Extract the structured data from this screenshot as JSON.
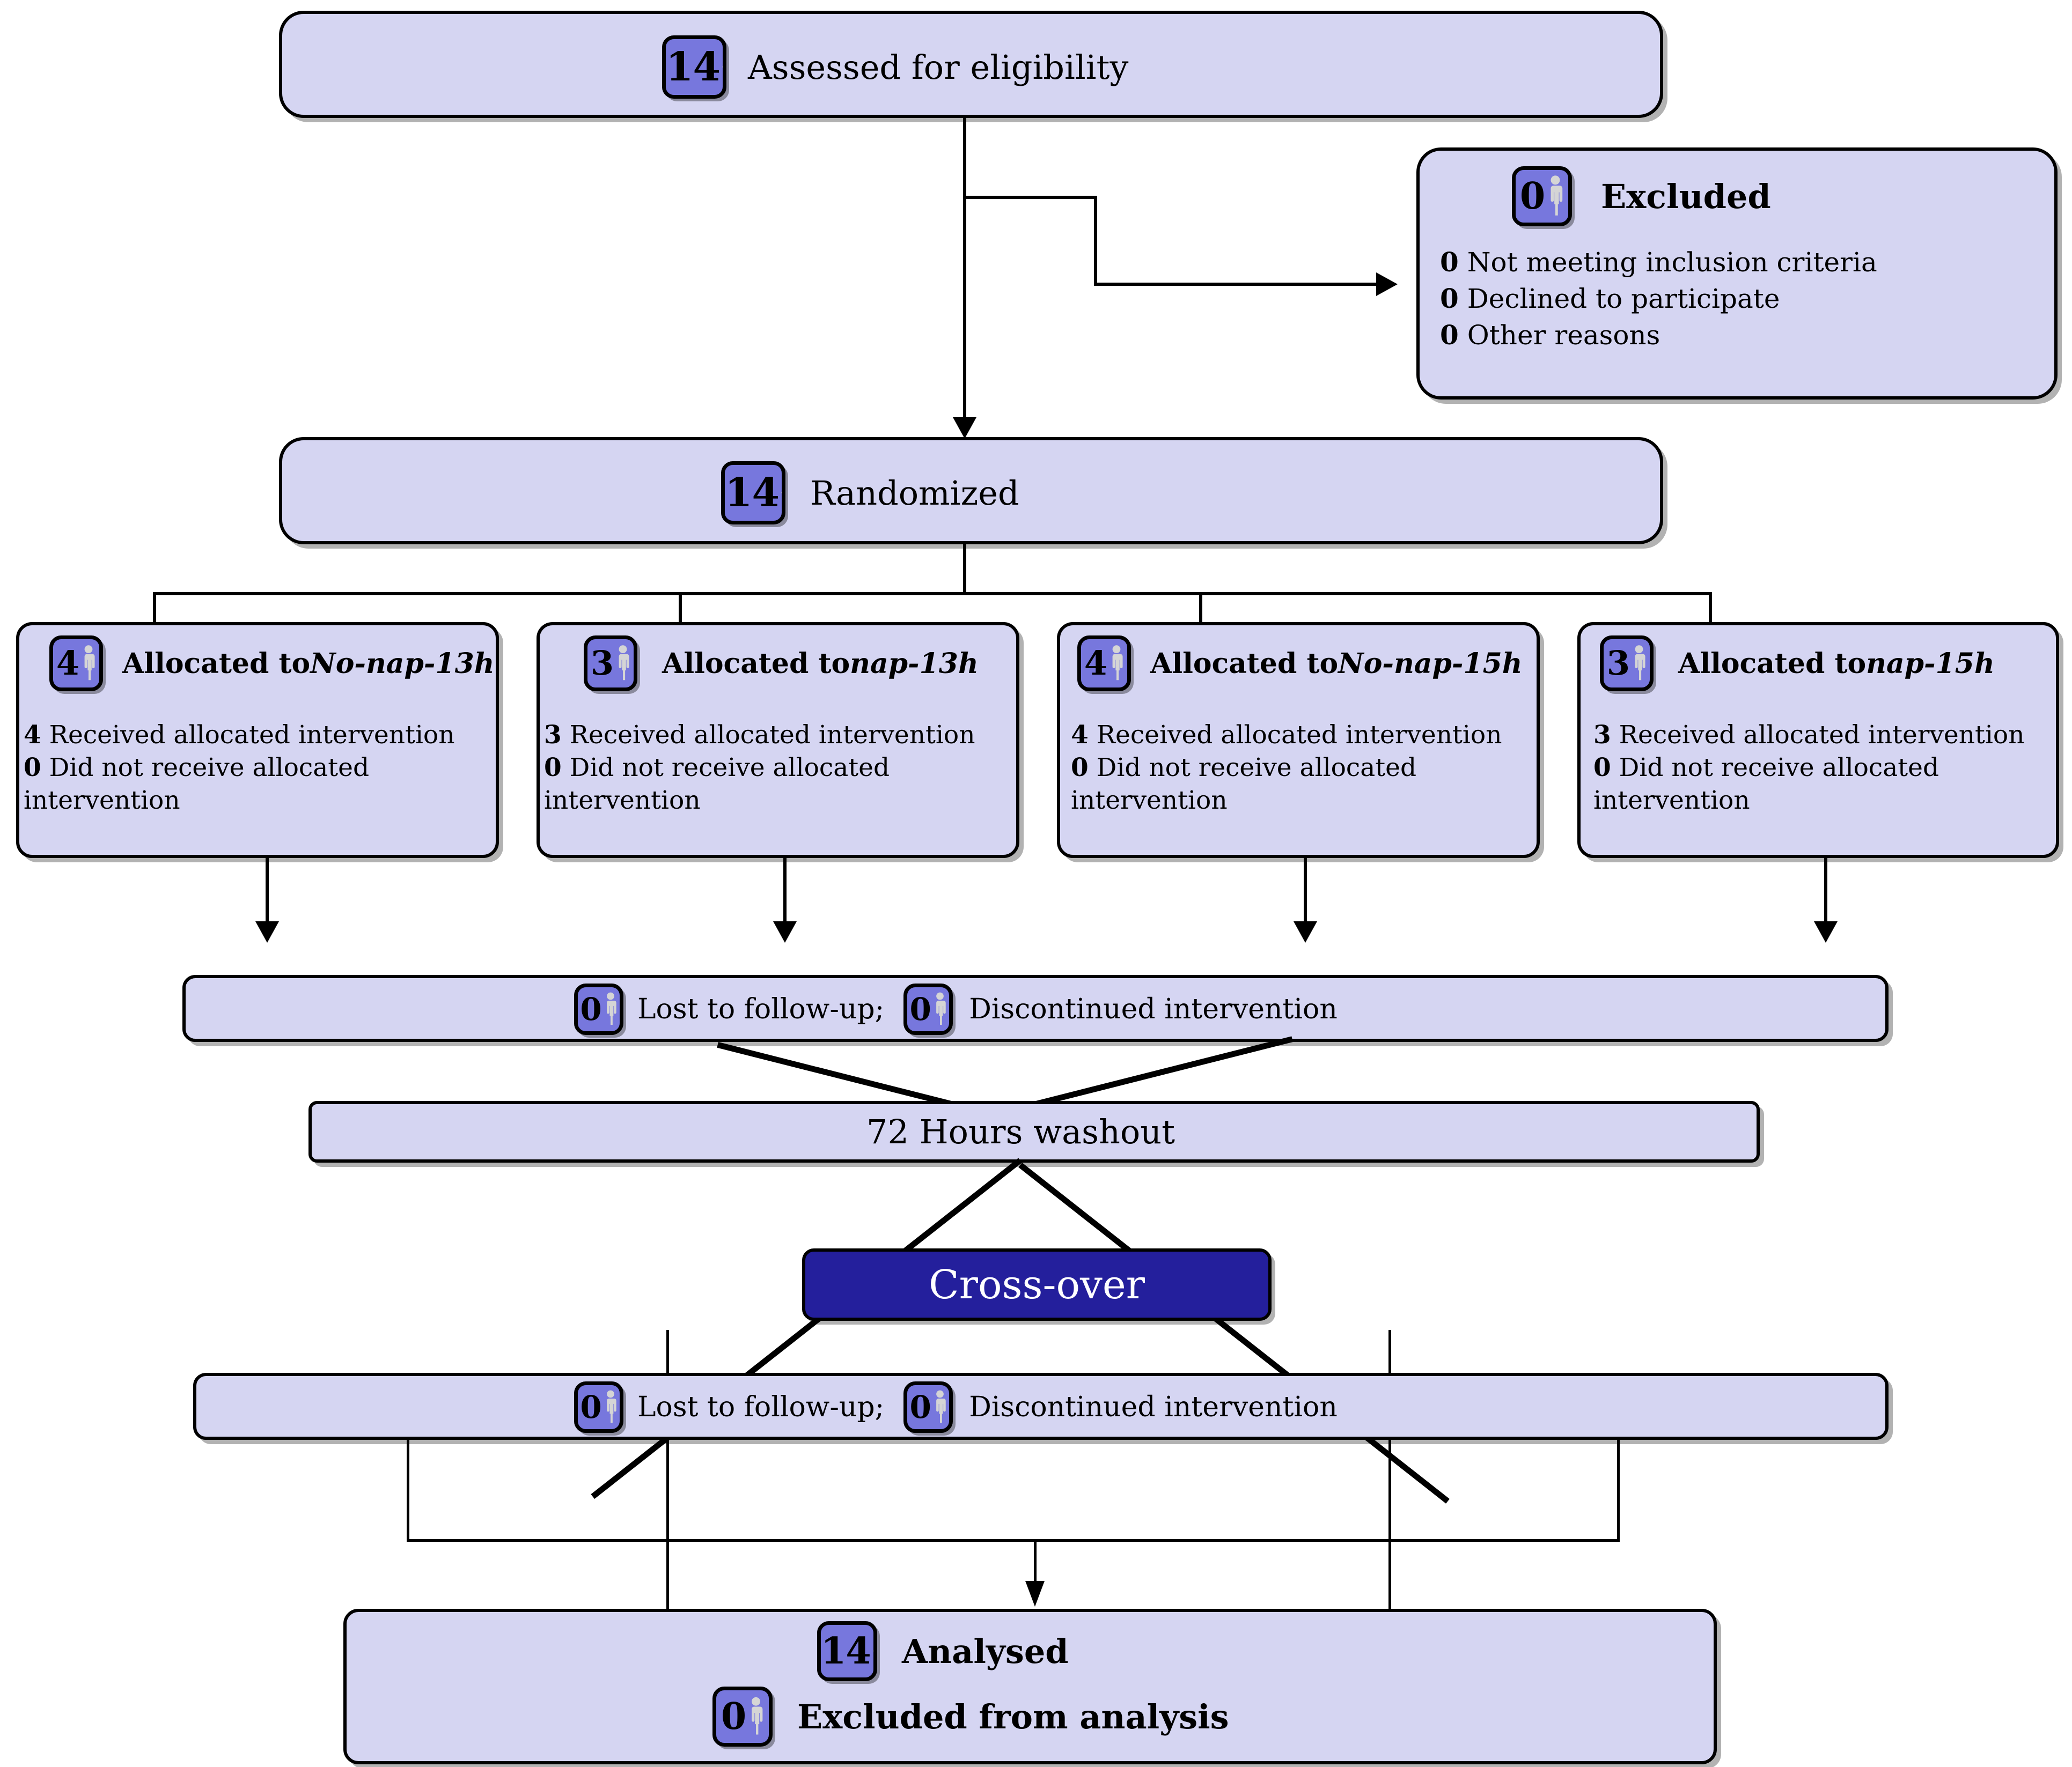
{
  "diagram": {
    "title": "CONSORT flow diagram",
    "colors": {
      "box_fill": "#d5d5f2",
      "badge_fill": "#7777dd",
      "person_icon": "#d5d5d5",
      "crossover_fill": "#241f9c",
      "outline": "#000000",
      "crossover_text": "#ffffff"
    }
  },
  "enrollment": {
    "assessed": {
      "count": "14",
      "label": "Assessed for eligibility"
    },
    "excluded": {
      "count": "0",
      "label": "Excluded",
      "reasons": [
        {
          "count": "0",
          "text": "Not meeting inclusion criteria"
        },
        {
          "count": "0",
          "text": "Declined to participate"
        },
        {
          "count": "0",
          "text": "Other reasons"
        }
      ]
    },
    "randomized": {
      "count": "14",
      "label": "Randomized"
    }
  },
  "allocation": [
    {
      "count": "4",
      "label_prefix": "Allocated to ",
      "group": "No-nap-13h",
      "received": {
        "count": "4",
        "text": "Received allocated intervention"
      },
      "not_received": {
        "count": "0",
        "text": "Did not receive allocated intervention"
      }
    },
    {
      "count": "3",
      "label_prefix": "Allocated to ",
      "group": "nap-13h",
      "received": {
        "count": "3",
        "text": "Received allocated intervention"
      },
      "not_received": {
        "count": "0",
        "text": "Did not receive allocated intervention"
      }
    },
    {
      "count": "4",
      "label_prefix": "Allocated to ",
      "group": "No-nap-15h",
      "received": {
        "count": "4",
        "text": "Received allocated intervention"
      },
      "not_received": {
        "count": "0",
        "text": "Did not receive allocated intervention"
      }
    },
    {
      "count": "3",
      "label_prefix": "Allocated to ",
      "group": "nap-15h",
      "received": {
        "count": "3",
        "text": "Received allocated intervention"
      },
      "not_received": {
        "count": "0",
        "text": "Did not receive allocated intervention"
      }
    }
  ],
  "followup_period1": {
    "lost": {
      "count": "0",
      "text": "Lost to follow-up;"
    },
    "discontinued": {
      "count": "0",
      "text": "Discontinued intervention"
    }
  },
  "washout": {
    "label": "72 Hours washout"
  },
  "crossover": {
    "label": "Cross-over"
  },
  "followup_period2": {
    "lost": {
      "count": "0",
      "text": "Lost to follow-up;"
    },
    "discontinued": {
      "count": "0",
      "text": "Discontinued intervention"
    }
  },
  "analysis": {
    "analysed": {
      "count": "14",
      "label": "Analysed"
    },
    "excluded": {
      "count": "0",
      "label": "Excluded from analysis"
    }
  }
}
